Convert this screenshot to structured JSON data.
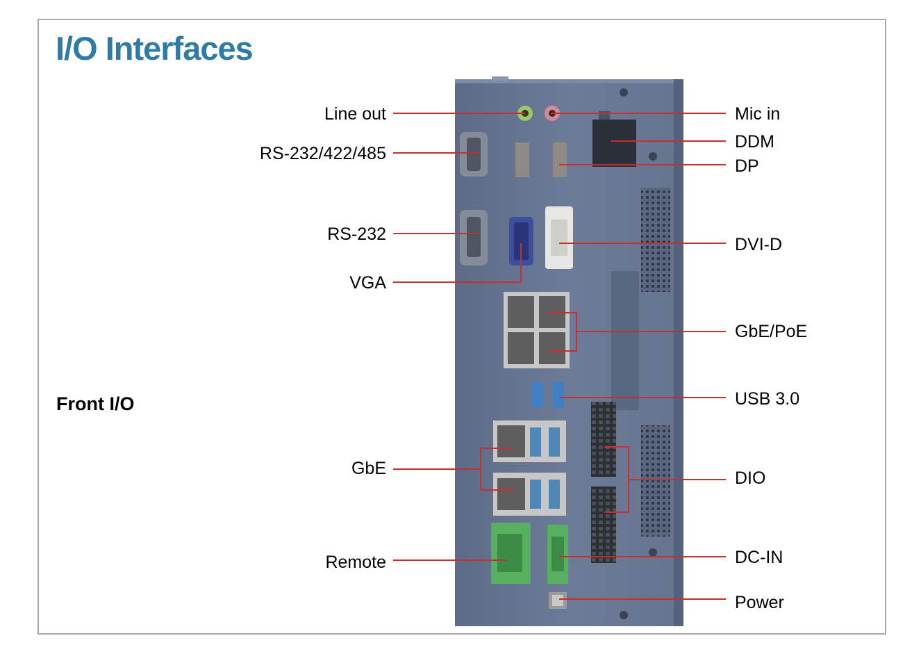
{
  "title": "I/O Interfaces",
  "subtitle": "Front I/O",
  "colors": {
    "title": "#2f7ba8",
    "callout": "#c8302f",
    "panel": "#6a7894"
  },
  "left_labels": [
    "Line out",
    "RS-232/422/485",
    "RS-232",
    "VGA",
    "GbE",
    "Remote"
  ],
  "right_labels": [
    "Mic in",
    "DDM",
    "DP",
    "DVI-D",
    "GbE/PoE",
    "USB 3.0",
    "DIO",
    "DC-IN",
    "Power"
  ]
}
